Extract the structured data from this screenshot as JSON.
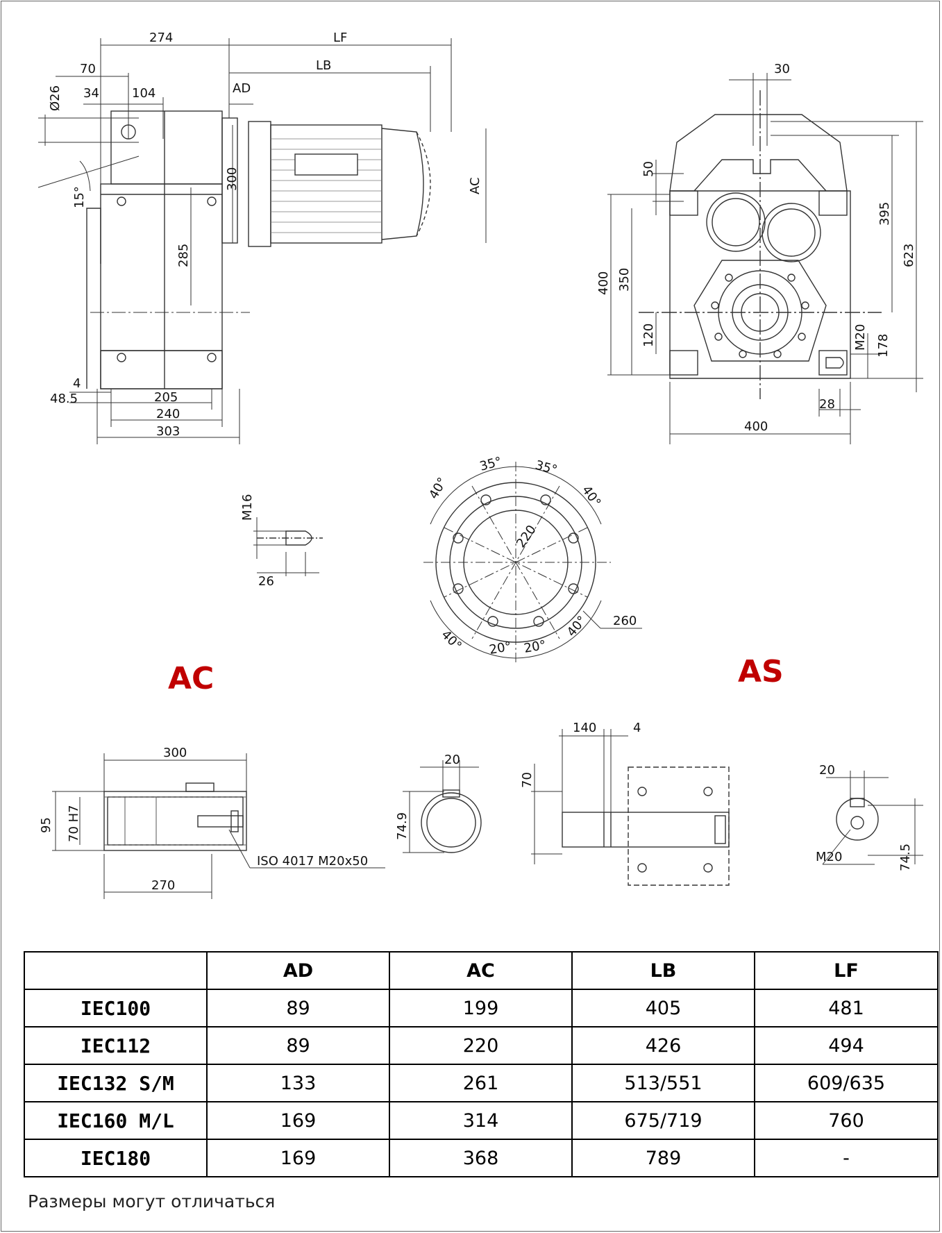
{
  "labels": {
    "side": {
      "d274": "274",
      "dLF": "LF",
      "dLB": "LB",
      "dAD": "AD",
      "d70": "70",
      "d34": "34",
      "d104": "104",
      "dO26": "Ø26",
      "d15": "15°",
      "d300": "300",
      "d285": "285",
      "dAC": "AC",
      "d4": "4",
      "d485": "48.5",
      "d205": "205",
      "d240": "240",
      "d303": "303"
    },
    "front": {
      "d30": "30",
      "d50": "50",
      "d395": "395",
      "d623": "623",
      "d400v": "400",
      "d350": "350",
      "d120": "120",
      "dM20": "M20",
      "d178": "178",
      "d28": "28",
      "d400h": "400"
    },
    "flange": {
      "a35l": "35°",
      "a35r": "35°",
      "a40tl": "40°",
      "a40tr": "40°",
      "d220": "220",
      "a40bl": "40°",
      "a20l": "20°",
      "a20r": "20°",
      "a40br": "40°",
      "d260": "260"
    },
    "bolt": {
      "dM16": "M16",
      "d26": "26"
    },
    "hollow": {
      "d300": "300",
      "d95": "95",
      "dH7": "70 H7",
      "d270": "270",
      "iso": "ISO 4017 M20x50"
    },
    "ring": {
      "d20": "20",
      "d749": "74.9"
    },
    "shaft": {
      "d140": "140",
      "d4": "4",
      "d70": "70"
    },
    "key": {
      "d20": "20",
      "dM20": "M20",
      "d745": "74.5"
    }
  },
  "titles": {
    "ac": "AC",
    "as": "AS"
  },
  "table": {
    "headers": [
      "",
      "AD",
      "AC",
      "LB",
      "LF"
    ],
    "rows": [
      [
        "IEC100",
        "89",
        "199",
        "405",
        "481"
      ],
      [
        "IEC112",
        "89",
        "220",
        "426",
        "494"
      ],
      [
        "IEC132 S/M",
        "133",
        "261",
        "513/551",
        "609/635"
      ],
      [
        "IEC160 M/L",
        "169",
        "314",
        "675/719",
        "760"
      ],
      [
        "IEC180",
        "169",
        "368",
        "789",
        "-"
      ]
    ]
  },
  "note": "Размеры могут отличаться"
}
